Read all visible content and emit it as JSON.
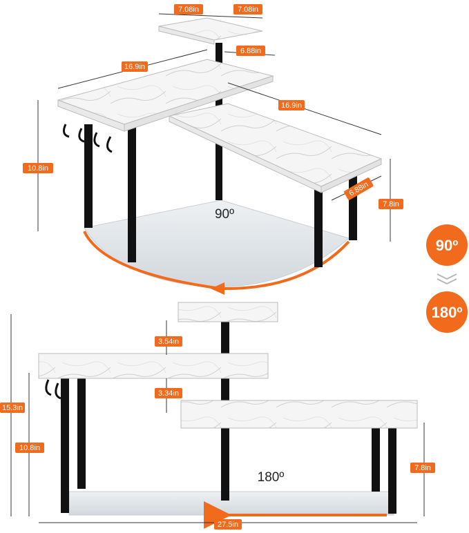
{
  "colors": {
    "accent": "#f26a1b",
    "marble": "#f3f3f3",
    "leg": "#111111",
    "floor": "#d8dde2"
  },
  "top_diagram": {
    "dims": {
      "top_shelf_width": "7.08in",
      "top_shelf_depth": "7.08in",
      "top_shelf_side": "6.88in",
      "middle_length": "16.9in",
      "lower_length": "16.9in",
      "lower_depth": "6.88in",
      "total_height": "10.8in",
      "lower_height": "7.8in"
    },
    "angle": "90º"
  },
  "bottom_diagram": {
    "dims": {
      "top_gap": "3.54in",
      "middle_gap": "3.34in",
      "total_height": "15.3in",
      "middle_height": "10.8in",
      "lower_height": "7.8in",
      "total_width": "27.5in"
    },
    "angle": "180º"
  },
  "badges": {
    "first": "90º",
    "second": "180º"
  }
}
